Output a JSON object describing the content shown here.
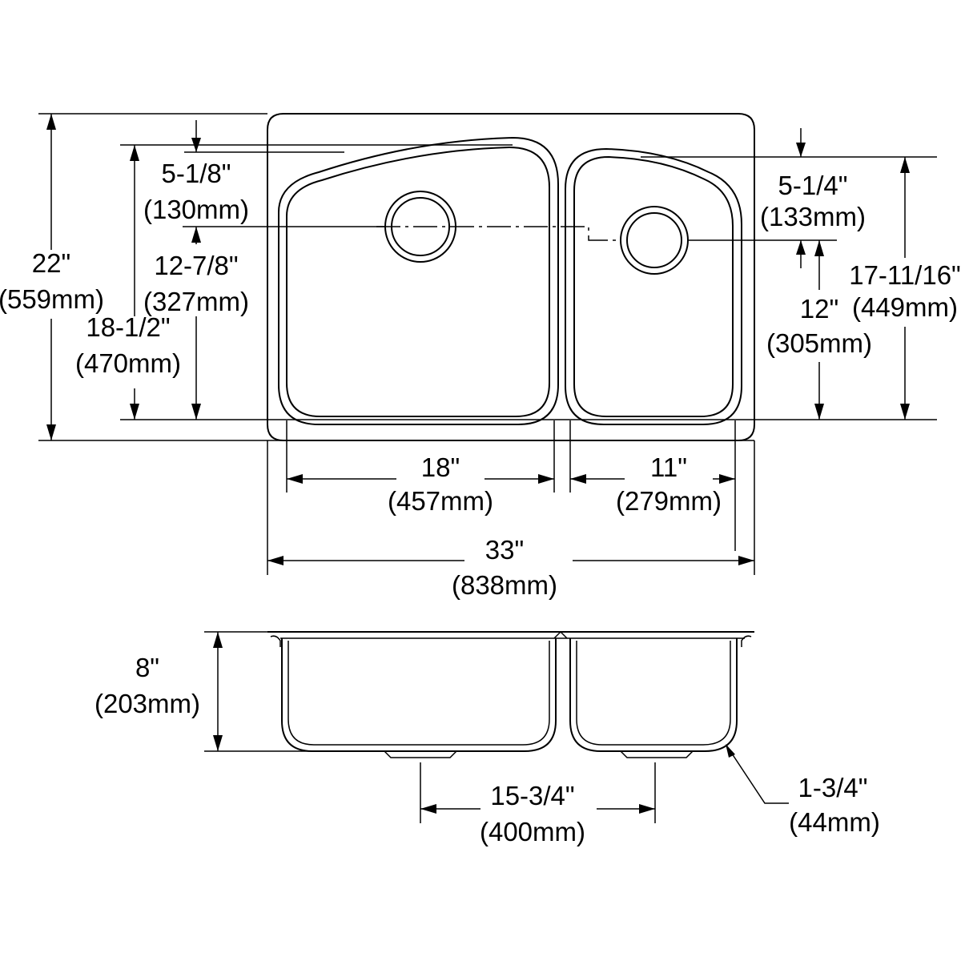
{
  "dimensions": {
    "overall_height": {
      "imperial": "22\"",
      "metric": "(559mm)"
    },
    "left_offset": {
      "imperial": "5-1/8\"",
      "metric": "(130mm)"
    },
    "left_drain": {
      "imperial": "12-7/8\"",
      "metric": "(327mm)"
    },
    "left_bowl_depth": {
      "imperial": "18-1/2\"",
      "metric": "(470mm)"
    },
    "right_offset": {
      "imperial": "5-1/4\"",
      "metric": "(133mm)"
    },
    "right_bowl_depth": {
      "imperial": "17-11/16\"",
      "metric": "(449mm)"
    },
    "right_drain": {
      "imperial": "12\"",
      "metric": "(305mm)"
    },
    "left_bowl_width": {
      "imperial": "18\"",
      "metric": "(457mm)"
    },
    "right_bowl_width": {
      "imperial": "11\"",
      "metric": "(279mm)"
    },
    "overall_width": {
      "imperial": "33\"",
      "metric": "(838mm)"
    },
    "bowl_depth": {
      "imperial": "8\"",
      "metric": "(203mm)"
    },
    "drain_spacing": {
      "imperial": "15-3/4\"",
      "metric": "(400mm)"
    },
    "corner_radius": {
      "imperial": "1-3/4\"",
      "metric": "(44mm)"
    }
  }
}
